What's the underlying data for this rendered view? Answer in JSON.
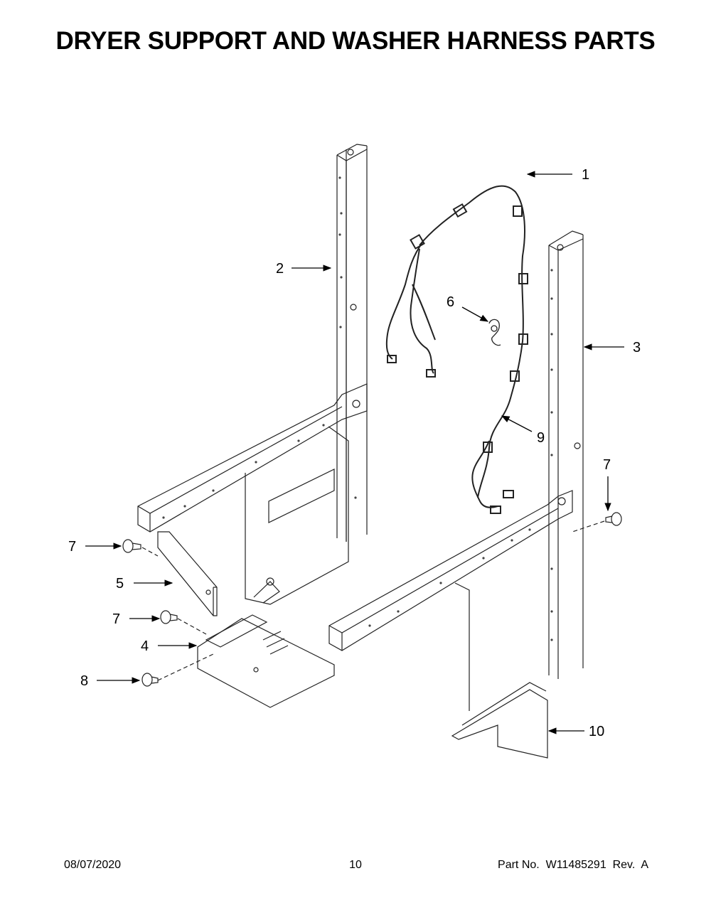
{
  "page": {
    "title": "DRYER SUPPORT AND WASHER HARNESS PARTS"
  },
  "callouts": [
    {
      "id": "1",
      "label": "1"
    },
    {
      "id": "2",
      "label": "2"
    },
    {
      "id": "3",
      "label": "3"
    },
    {
      "id": "4",
      "label": "4"
    },
    {
      "id": "5",
      "label": "5"
    },
    {
      "id": "6",
      "label": "6"
    },
    {
      "id": "7a",
      "label": "7"
    },
    {
      "id": "7b",
      "label": "7"
    },
    {
      "id": "7c",
      "label": "7"
    },
    {
      "id": "7d",
      "label": "7"
    },
    {
      "id": "8",
      "label": "8"
    },
    {
      "id": "9",
      "label": "9"
    },
    {
      "id": "10",
      "label": "10"
    }
  ],
  "footer": {
    "date": "08/07/2020",
    "page_number": "10",
    "part_number": "Part No.  W11485291  Rev.  A"
  }
}
